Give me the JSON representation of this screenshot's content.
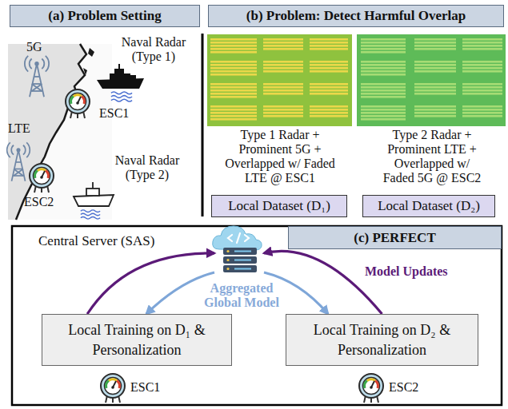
{
  "diagram": {
    "nodes": [
      {
        "text": [
          "(a) Problem Setting"
        ]
      },
      {
        "text": [
          "(b) Problem: Detect Harmful Overlap"
        ]
      },
      {
        "text": [
          "Local Dataset (D₁)"
        ]
      },
      {
        "text": [
          "Local Dataset (D₂)"
        ]
      },
      {
        "text": [
          "(c) PERFECT"
        ]
      },
      {
        "text": [
          "Central Server (SAS)"
        ]
      },
      {
        "text": [
          "Local Training on D₁ & Personalization"
        ]
      },
      {
        "text": [
          "Local Training on D₂ & Personalization"
        ]
      }
    ],
    "edges": [
      {
        "from": 6,
        "to": 5,
        "arrow": "to"
      },
      {
        "from": 5,
        "to": 6,
        "arrow": "to"
      },
      {
        "from": 7,
        "to": 5,
        "arrow": "to"
      },
      {
        "from": 5,
        "to": 7,
        "arrow": "to"
      }
    ],
    "labels": [
      "5G",
      "Naval Radar (Type 1)",
      "ESC1",
      "LTE",
      "ESC2",
      "Naval Radar (Type 2)",
      "Type 1 Radar + Prominent 5G + Overlapped w/ Faded LTE @ ESC1",
      "Type 2 Radar + Prominent LTE + Overlapped w/ Faded 5G @ ESC2",
      "Aggregated Global Model",
      "Model Updates",
      "ESC1",
      "ESC2"
    ]
  }
}
